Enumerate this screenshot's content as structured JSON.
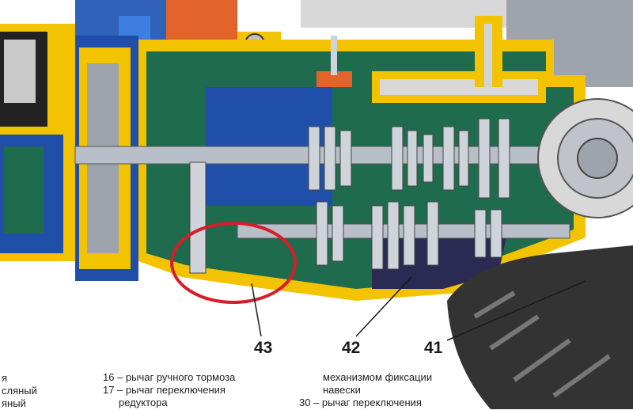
{
  "colors": {
    "housing_yellow": "#f3c300",
    "oil_green": "#1e6b4e",
    "oil_blue": "#1f4fa8",
    "sump_dark": "#2a2a52",
    "shaft_gray": "#b9bfc8",
    "engine_orange": "#e2642a",
    "highlight_red": "#d91c2a"
  },
  "callouts": {
    "c43": "43",
    "c42": "42",
    "c41": "41"
  },
  "legend": {
    "left_col": [
      "я",
      "сляный",
      "яный"
    ],
    "mid_col": [
      "16 – рычаг ручного тормоза",
      "17 – рычаг переключения",
      "редуктора"
    ],
    "right_col": [
      "механизмом фиксации",
      "навески",
      "30 – рычаг переключения"
    ]
  },
  "icons": [
    "highlight-circle"
  ]
}
